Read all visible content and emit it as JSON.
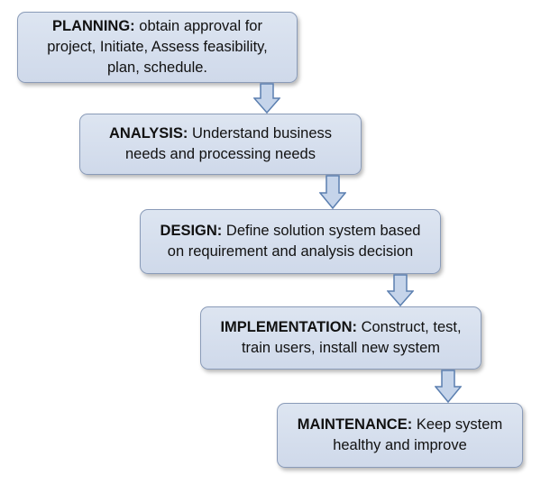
{
  "phases": [
    {
      "title": "PLANNING:",
      "line1": "obtain approval for",
      "line2": "project, Initiate, Assess feasibility,",
      "line3": "plan, schedule."
    },
    {
      "title": "ANALYSIS:",
      "line1": "Understand business",
      "line2": "needs and processing needs"
    },
    {
      "title": "DESIGN:",
      "line1": "Define solution system based",
      "line2": "on requirement and analysis decision"
    },
    {
      "title": "IMPLEMENTATION:",
      "line1": "Construct, test,",
      "line2": "train users, install new system"
    },
    {
      "title": "MAINTENANCE:",
      "line1": "Keep system",
      "line2": "healthy and improve"
    }
  ],
  "colors": {
    "box_fill": "#d6dfed",
    "box_border": "#8a9bb8",
    "arrow_fill": "#c5d4ea",
    "arrow_stroke": "#5b7fb0"
  }
}
